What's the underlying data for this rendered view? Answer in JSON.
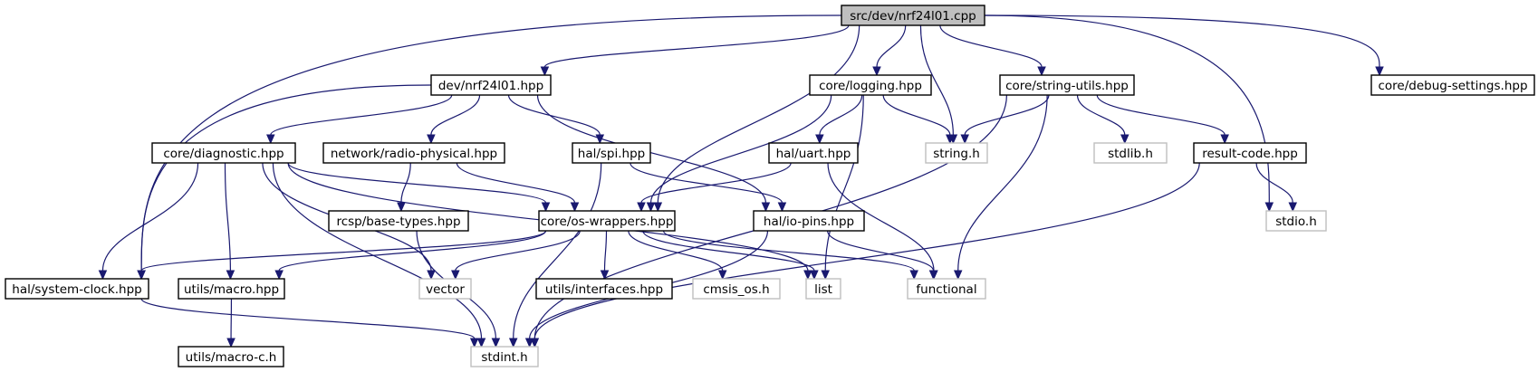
{
  "colors": {
    "edge": "#191970",
    "node_border": "#000000",
    "external_border": "#bfbfbf",
    "root_fill": "#bfbfbf",
    "node_fill": "#ffffff"
  },
  "nodes": [
    {
      "id": "root",
      "label": "src/dev/nrf24l01.cpp",
      "kind": "root"
    },
    {
      "id": "dev_nrf",
      "label": "dev/nrf24l01.hpp",
      "kind": "local"
    },
    {
      "id": "logging",
      "label": "core/logging.hpp",
      "kind": "local"
    },
    {
      "id": "strutils",
      "label": "core/string-utils.hpp",
      "kind": "local"
    },
    {
      "id": "debugset",
      "label": "core/debug-settings.hpp",
      "kind": "local"
    },
    {
      "id": "diag",
      "label": "core/diagnostic.hpp",
      "kind": "local"
    },
    {
      "id": "radio",
      "label": "network/radio-physical.hpp",
      "kind": "local"
    },
    {
      "id": "spi",
      "label": "hal/spi.hpp",
      "kind": "local"
    },
    {
      "id": "uart",
      "label": "hal/uart.hpp",
      "kind": "local"
    },
    {
      "id": "string_h",
      "label": "string.h",
      "kind": "external"
    },
    {
      "id": "stdlib_h",
      "label": "stdlib.h",
      "kind": "external"
    },
    {
      "id": "result",
      "label": "result-code.hpp",
      "kind": "local"
    },
    {
      "id": "basetypes",
      "label": "rcsp/base-types.hpp",
      "kind": "local"
    },
    {
      "id": "oswrap",
      "label": "core/os-wrappers.hpp",
      "kind": "local"
    },
    {
      "id": "iopins",
      "label": "hal/io-pins.hpp",
      "kind": "local"
    },
    {
      "id": "stdio_h",
      "label": "stdio.h",
      "kind": "external"
    },
    {
      "id": "sysclock",
      "label": "hal/system-clock.hpp",
      "kind": "local"
    },
    {
      "id": "macro",
      "label": "utils/macro.hpp",
      "kind": "local"
    },
    {
      "id": "vector",
      "label": "vector",
      "kind": "external"
    },
    {
      "id": "interfaces",
      "label": "utils/interfaces.hpp",
      "kind": "local"
    },
    {
      "id": "cmsis",
      "label": "cmsis_os.h",
      "kind": "external"
    },
    {
      "id": "list",
      "label": "list",
      "kind": "external"
    },
    {
      "id": "functional",
      "label": "functional",
      "kind": "external"
    },
    {
      "id": "macroc",
      "label": "utils/macro-c.h",
      "kind": "local"
    },
    {
      "id": "stdint",
      "label": "stdint.h",
      "kind": "external"
    }
  ],
  "edges": [
    [
      "root",
      "dev_nrf"
    ],
    [
      "root",
      "logging"
    ],
    [
      "root",
      "strutils"
    ],
    [
      "root",
      "debugset"
    ],
    [
      "root",
      "string_h"
    ],
    [
      "root",
      "oswrap"
    ],
    [
      "root",
      "sysclock"
    ],
    [
      "root",
      "stdio_h"
    ],
    [
      "dev_nrf",
      "diag"
    ],
    [
      "dev_nrf",
      "radio"
    ],
    [
      "dev_nrf",
      "spi"
    ],
    [
      "dev_nrf",
      "iopins"
    ],
    [
      "dev_nrf",
      "sysclock"
    ],
    [
      "logging",
      "uart"
    ],
    [
      "logging",
      "oswrap"
    ],
    [
      "logging",
      "string_h"
    ],
    [
      "logging",
      "list"
    ],
    [
      "strutils",
      "string_h"
    ],
    [
      "strutils",
      "stdlib_h"
    ],
    [
      "strutils",
      "result"
    ],
    [
      "strutils",
      "functional"
    ],
    [
      "strutils",
      "stdint"
    ],
    [
      "diag",
      "oswrap"
    ],
    [
      "diag",
      "sysclock"
    ],
    [
      "diag",
      "macro"
    ],
    [
      "diag",
      "vector"
    ],
    [
      "diag",
      "list"
    ],
    [
      "diag",
      "stdint"
    ],
    [
      "radio",
      "basetypes"
    ],
    [
      "radio",
      "oswrap"
    ],
    [
      "spi",
      "iopins"
    ],
    [
      "spi",
      "stdint"
    ],
    [
      "uart",
      "oswrap"
    ],
    [
      "uart",
      "functional"
    ],
    [
      "result",
      "stdio_h"
    ],
    [
      "result",
      "stdint"
    ],
    [
      "basetypes",
      "stdint"
    ],
    [
      "oswrap",
      "sysclock"
    ],
    [
      "oswrap",
      "macro"
    ],
    [
      "oswrap",
      "vector"
    ],
    [
      "oswrap",
      "interfaces"
    ],
    [
      "oswrap",
      "cmsis"
    ],
    [
      "oswrap",
      "list"
    ],
    [
      "oswrap",
      "functional"
    ],
    [
      "iopins",
      "functional"
    ],
    [
      "iopins",
      "stdint"
    ],
    [
      "sysclock",
      "stdint"
    ],
    [
      "macro",
      "macroc"
    ]
  ]
}
